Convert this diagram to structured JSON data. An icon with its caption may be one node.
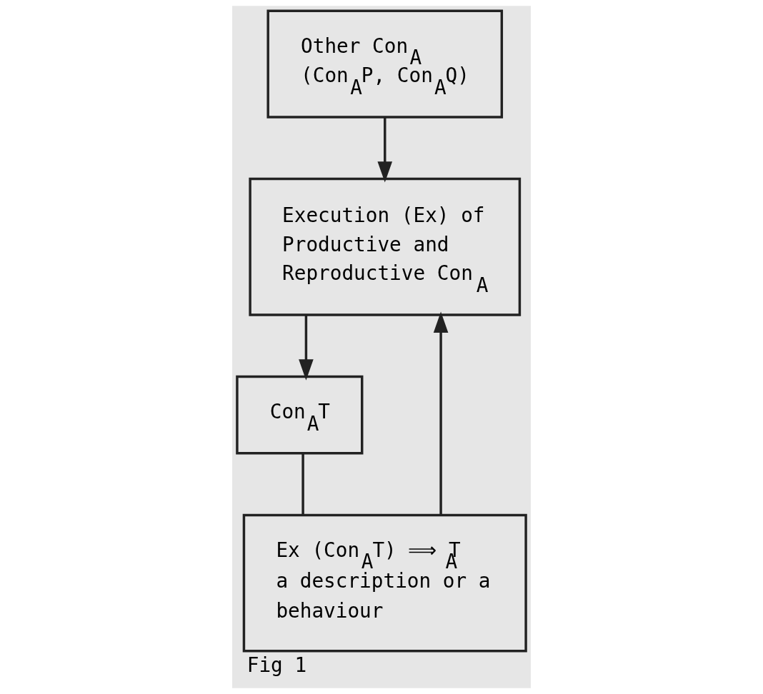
{
  "diagram": {
    "caption": "Fig 1",
    "nodes": [
      {
        "text": [
          "Execution (Ex) of Productive and Reproductive Con$_{A}$"
        ]
      },
      {
        "text": [
          "Other Con$_{A}$",
          "(Con$_{A}$P, Con$_{A}$Q)"
        ]
      },
      {
        "text": [
          "Con$_{A}$T"
        ]
      },
      {
        "text": [
          "Ex (Con$_{A}$T) ⟹ T$_{A}$",
          "a description or a behaviour"
        ]
      }
    ],
    "edges": [
      {
        "from": 1,
        "to": 0,
        "arrow": "to"
      },
      {
        "from": 3,
        "to": 0,
        "arrow": "to"
      },
      {
        "from": 0,
        "to": 2,
        "arrow": "to"
      },
      {
        "from": 2,
        "to": 3,
        "arrow": "none"
      }
    ]
  }
}
